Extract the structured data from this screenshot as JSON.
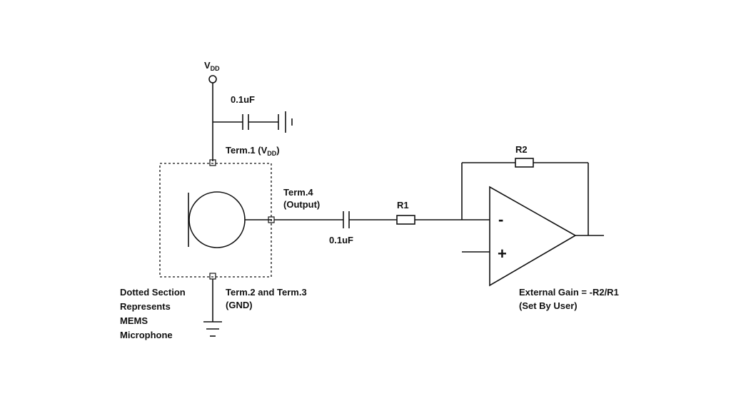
{
  "labels": {
    "vdd_main": "V",
    "vdd_sub": "DD",
    "cap_top": "0.1uF",
    "term1_prefix": "Term.1 (V",
    "term1_sub": "DD",
    "term1_suffix": ")",
    "term4_line1": "Term.4",
    "term4_line2": "(Output)",
    "cap_bottom": "0.1uF",
    "r1": "R1",
    "r2": "R2",
    "minus": "-",
    "plus": "+",
    "term23_line1": "Term.2 and Term.3",
    "term23_line2": "(GND)",
    "dotted_line1": "Dotted Section",
    "dotted_line2": "Represents",
    "dotted_line3": "MEMS",
    "dotted_line4": "Microphone",
    "gain_line1": "External Gain = -R2/R1",
    "gain_line2": "(Set By User)"
  }
}
